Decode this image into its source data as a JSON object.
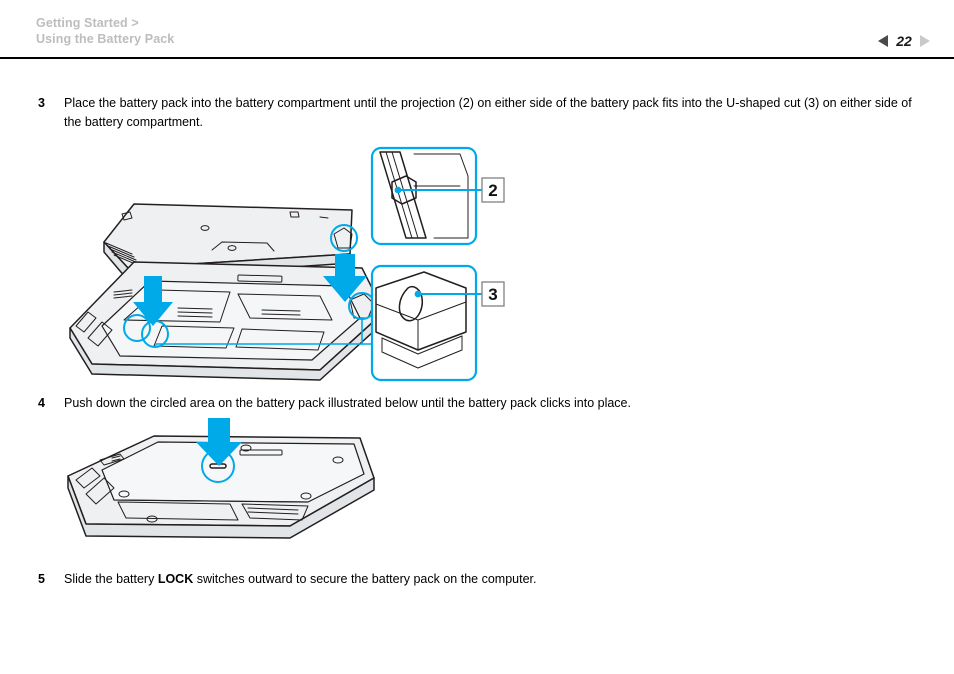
{
  "header": {
    "breadcrumb_line1": "Getting Started >",
    "breadcrumb_line2": "Using the Battery Pack",
    "page_number": "22",
    "prev_icon": "triangle-left-icon",
    "next_icon": "triangle-right-icon",
    "breadcrumb_color": "#bdbdbd",
    "rule_color": "#000000"
  },
  "steps": [
    {
      "number": "3",
      "text": "Place the battery pack into the battery compartment until the projection (2) on either side of the battery pack fits into the U-shaped cut (3) on either side of the battery compartment."
    },
    {
      "number": "4",
      "text": "Push down the circled area on the battery pack illustrated below until the battery pack clicks into place."
    },
    {
      "number": "5",
      "text_before": "Slide the battery ",
      "text_bold": "LOCK",
      "text_after": " switches outward to secure the battery pack on the computer."
    }
  ],
  "figures": {
    "install": {
      "caption_refs": [
        "2",
        "3"
      ],
      "callout_2_label": "2",
      "callout_3_label": "3",
      "accent_color": "#00a9e8",
      "line_color": "#231f20",
      "fill_color": "#e8eaec",
      "description": "Battery pack being lowered into the battery compartment of a laptop shown from below, with two magnified detail callouts"
    },
    "pushdown": {
      "accent_color": "#00a9e8",
      "line_color": "#231f20",
      "fill_color": "#e8eaec",
      "description": "Underside of laptop with blue arrow pointing to circled area on the battery pack"
    }
  }
}
